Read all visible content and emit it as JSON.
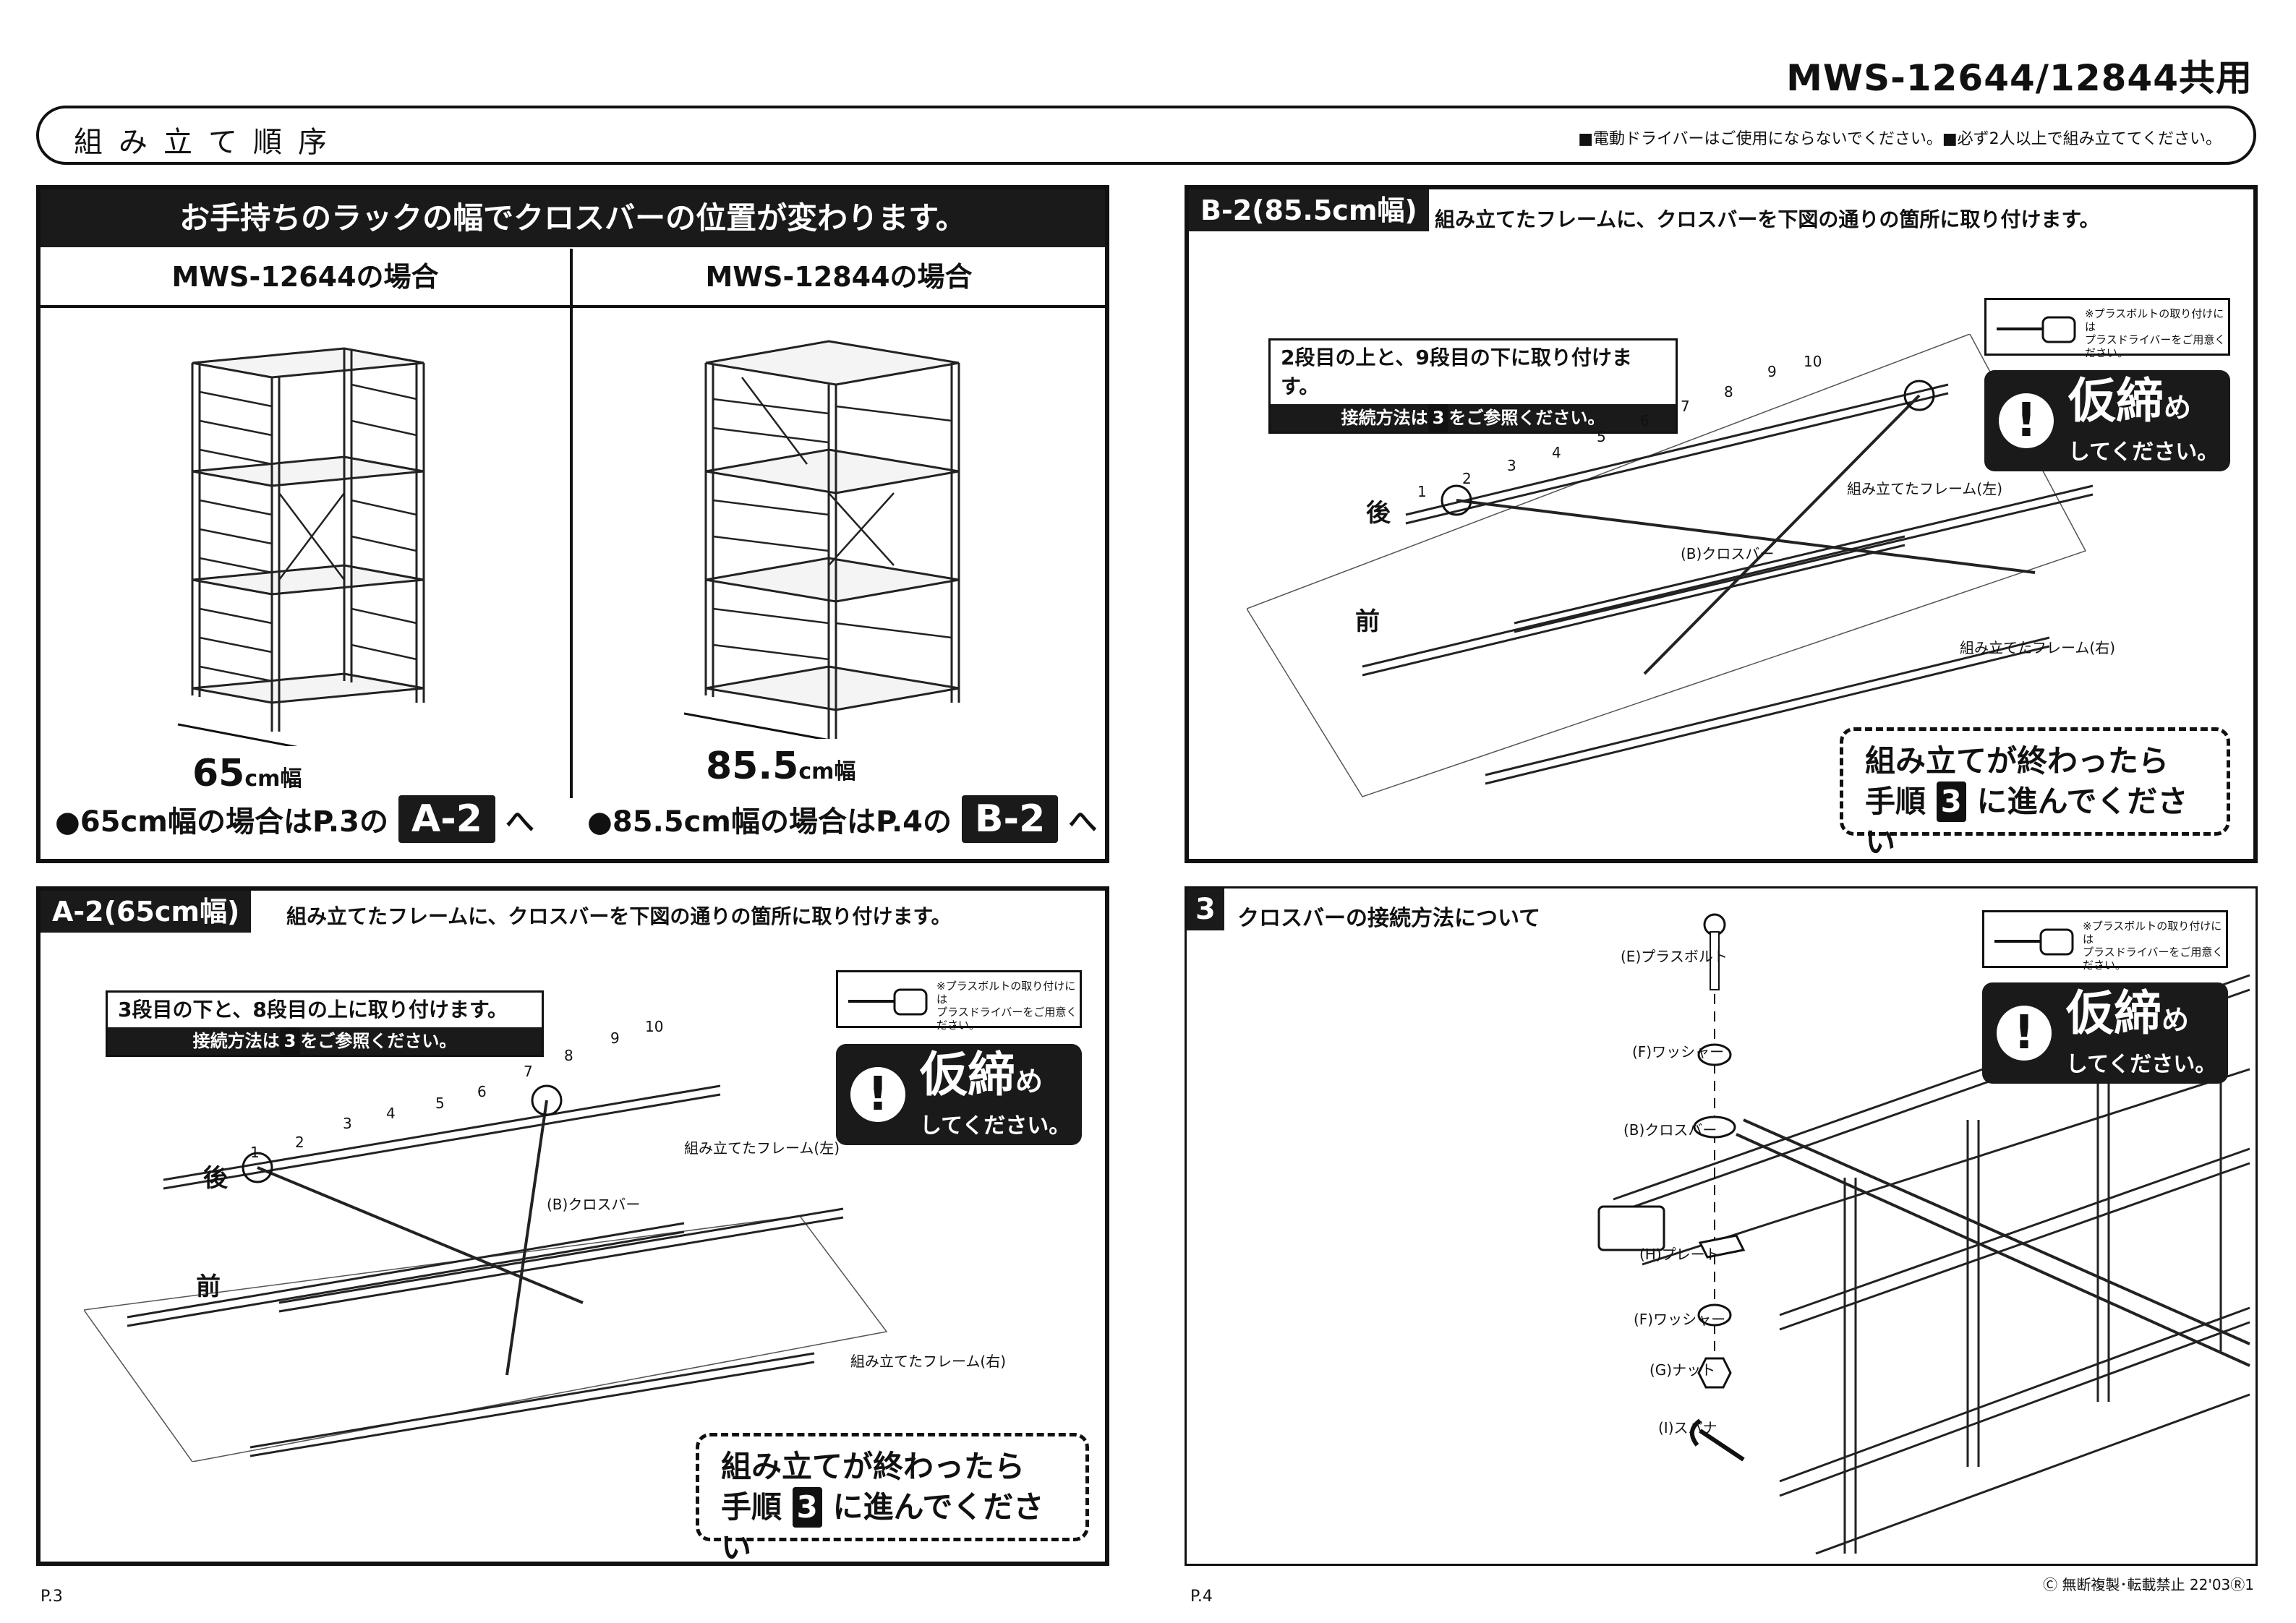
{
  "model_title": "MWS-12644/12844共用",
  "header": {
    "title": "組み立て順序",
    "note": "■電動ドライバーはご使用にならないでください。■必ず2人以上で組み立ててください。"
  },
  "width_panel": {
    "title": "お手持ちのラックの幅でクロスバーの位置が変わります。",
    "col_left": "MWS-12644の場合",
    "col_right": "MWS-12844の場合",
    "width_left_num": "65",
    "width_left_unit": "cm幅",
    "width_right_num": "85.5",
    "width_right_unit": "cm幅",
    "route_left_text": "●65cm幅の場合はP.3の",
    "route_left_tag": "A-2",
    "route_left_suffix": "へ",
    "route_right_text": "●85.5cm幅の場合はP.4の",
    "route_right_tag": "B-2",
    "route_right_suffix": "へ"
  },
  "a2": {
    "tag": "A-2(65cm幅)",
    "desc": "組み立てたフレームに、クロスバーを下図の通りの箇所に取り付けます。",
    "callout_top": "3段目の下と、8段目の上に取り付けます。",
    "callout_bot_pre": "接続方法は",
    "callout_bot_num": "3",
    "callout_bot_post": "をご参照ください。",
    "back": "後",
    "front": "前",
    "frame_left": "組み立てたフレーム(左)",
    "frame_right": "組み立てたフレーム(右)",
    "crossbar": "(B)クロスバー",
    "numbers": [
      "1",
      "2",
      "3",
      "4",
      "5",
      "6",
      "7",
      "8",
      "9",
      "10"
    ]
  },
  "b2": {
    "tag": "B-2(85.5cm幅)",
    "desc": "組み立てたフレームに、クロスバーを下図の通りの箇所に取り付けます。",
    "callout_top": "2段目の上と、9段目の下に取り付けます。",
    "callout_bot_pre": "接続方法は",
    "callout_bot_num": "3",
    "callout_bot_post": "をご参照ください。",
    "back": "後",
    "front": "前",
    "frame_left": "組み立てたフレーム(左)",
    "frame_right": "組み立てたフレーム(右)",
    "crossbar": "(B)クロスバー",
    "numbers": [
      "1",
      "2",
      "3",
      "4",
      "5",
      "6",
      "7",
      "8",
      "9",
      "10"
    ]
  },
  "screwdriver_note": "※プラスボルトの取り付けには\nプラスドライバーをご用意く\nださい。",
  "kari": {
    "big": "仮締",
    "me": "め",
    "small": "してください。"
  },
  "done": {
    "line1": "組み立てが終わったら",
    "line2_pre": "手順",
    "line2_num": "3",
    "line2_post": "に進んでください"
  },
  "step3": {
    "num": "3",
    "title": "クロスバーの接続方法について",
    "parts": [
      "(E)プラスボルト",
      "(F)ワッシャー",
      "(B)クロスバー",
      "(H)プレート",
      "(F)ワッシャー",
      "(G)ナット",
      "(I)スパナ"
    ]
  },
  "footer": {
    "left_page": "P.3",
    "right_page": "P.4",
    "copyright": "Ⓒ 無断複製･転載禁止 22'03Ⓡ1"
  }
}
